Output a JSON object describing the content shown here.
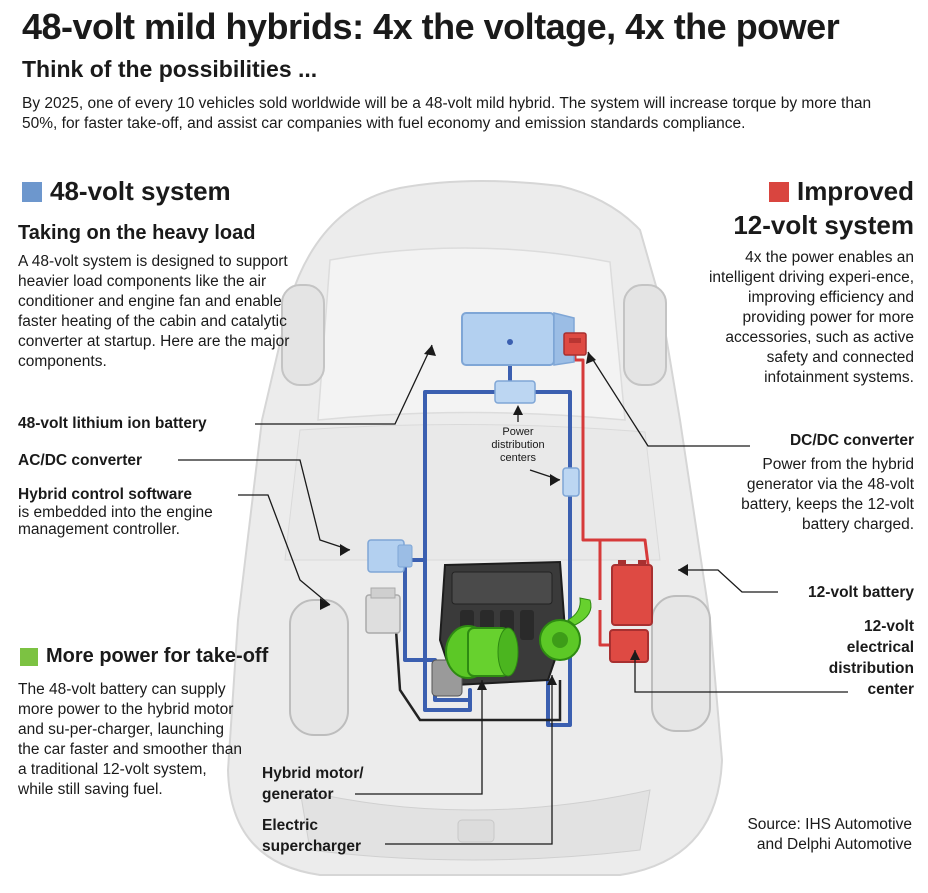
{
  "header": {
    "title": "48-volt mild hybrids: 4x the voltage, 4x the power",
    "subtitle": "Think of the possibilities ...",
    "intro": "By 2025, one of every 10 vehicles sold worldwide will be a 48-volt mild hybrid. The system will increase torque by more than 50%, for faster take-off, and assist car companies with fuel economy and emission standards compliance."
  },
  "left_section": {
    "heading": "48-volt system",
    "color": "#6d97cd",
    "subheading": "Taking on the heavy load",
    "description": "A 48-volt system is designed to support heavier load components like the air conditioner and engine fan and enable faster heating of the cabin and catalytic converter at startup. Here are the major components."
  },
  "right_section": {
    "heading_line1": "Improved",
    "heading_line2": "12-volt system",
    "color": "#d9453f",
    "description": "4x the power enables an intelligent driving experi-ence, improving efficiency and providing power for more accessories, such as active safety and connected infotainment systems."
  },
  "takeoff_section": {
    "heading": "More power for take-off",
    "color": "#7cc242",
    "description": "The 48-volt battery can supply more power to the hybrid motor and su-per-charger, launching the car faster and smoother than a traditional 12-volt system, while still saving fuel."
  },
  "labels": {
    "battery48": "48-volt lithium ion battery",
    "acdc": "AC/DC converter",
    "software_title": "Hybrid control software",
    "software_desc": "is embedded into the engine management controller.",
    "power_dist": "Power distribution centers",
    "dcdc_title": "DC/DC converter",
    "dcdc_desc": "Power from the hybrid generator via the 48-volt battery, keeps the 12-volt battery charged.",
    "battery12": "12-volt battery",
    "edc_line1": "12-volt",
    "edc_line2": "electrical",
    "edc_line3": "distribution",
    "edc_line4": "center",
    "motor_line1": "Hybrid motor/",
    "motor_line2": "generator",
    "super_line1": "Electric",
    "super_line2": "supercharger"
  },
  "source": {
    "line1": "Source: IHS Automotive",
    "line2": "and Delphi Automotive"
  },
  "colors": {
    "wire_48v": "#3b5fb0",
    "wire_12v": "#d63a3a",
    "component_48v": "#aecbed",
    "component_12v": "#de4a43",
    "motor": "#5cc826",
    "engine": "#3a3a3a",
    "car_body": "#e6e6e6"
  }
}
